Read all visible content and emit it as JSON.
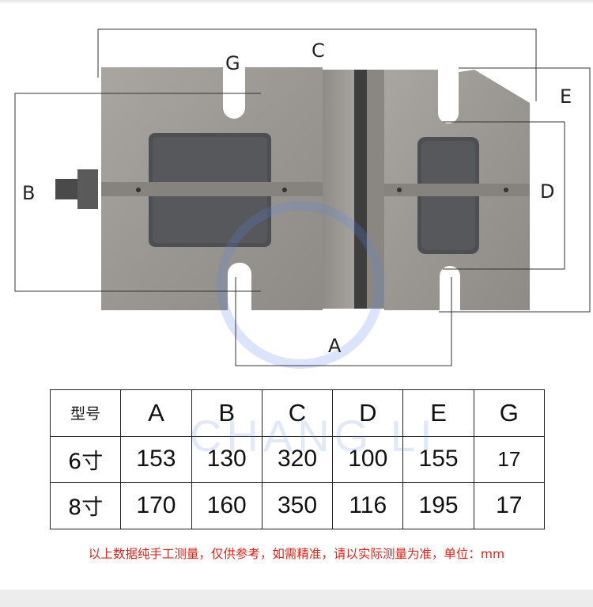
{
  "labels": {
    "A": "A",
    "B": "B",
    "C": "C",
    "D": "D",
    "E": "E",
    "G": "G"
  },
  "watermark": "CHANG LI",
  "table": {
    "headers": [
      "型号",
      "A",
      "B",
      "C",
      "D",
      "E",
      "G"
    ],
    "rows": [
      [
        "6寸",
        "153",
        "130",
        "320",
        "100",
        "155",
        "17"
      ],
      [
        "8寸",
        "170",
        "160",
        "350",
        "116",
        "195",
        "17"
      ]
    ]
  },
  "note": "以上数据纯手工测量，仅供参考，如需精准，请以实际测量为准，单位：mm"
}
